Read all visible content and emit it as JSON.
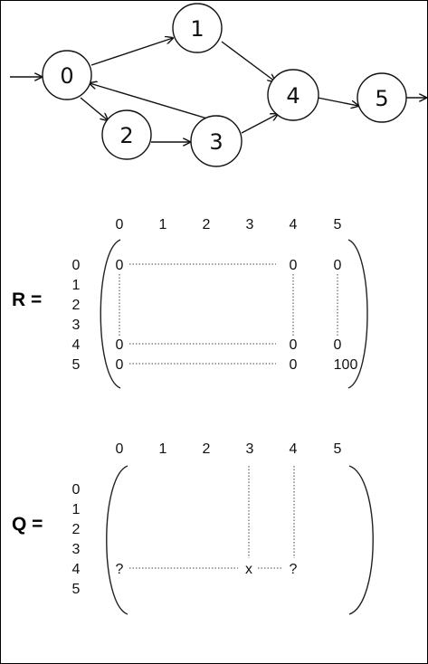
{
  "graph": {
    "nodes": [
      "0",
      "1",
      "2",
      "3",
      "4",
      "5"
    ]
  },
  "r_matrix": {
    "label": "R =",
    "col_headers": [
      "0",
      "1",
      "2",
      "3",
      "4",
      "5"
    ],
    "row_headers": [
      "0",
      "1",
      "2",
      "3",
      "4",
      "5"
    ],
    "cells": {
      "r0c0": "0",
      "r0c4": "0",
      "r0c5": "0",
      "r4c0": "0",
      "r4c4": "0",
      "r4c5": "0",
      "r5c0": "0",
      "r5c4": "0",
      "r5c5": "100"
    }
  },
  "q_matrix": {
    "label": "Q =",
    "col_headers": [
      "0",
      "1",
      "2",
      "3",
      "4",
      "5"
    ],
    "row_headers": [
      "0",
      "1",
      "2",
      "3",
      "4",
      "5"
    ],
    "cells": {
      "r4c0": "?",
      "r4c3": "x",
      "r4c4": "?"
    }
  }
}
